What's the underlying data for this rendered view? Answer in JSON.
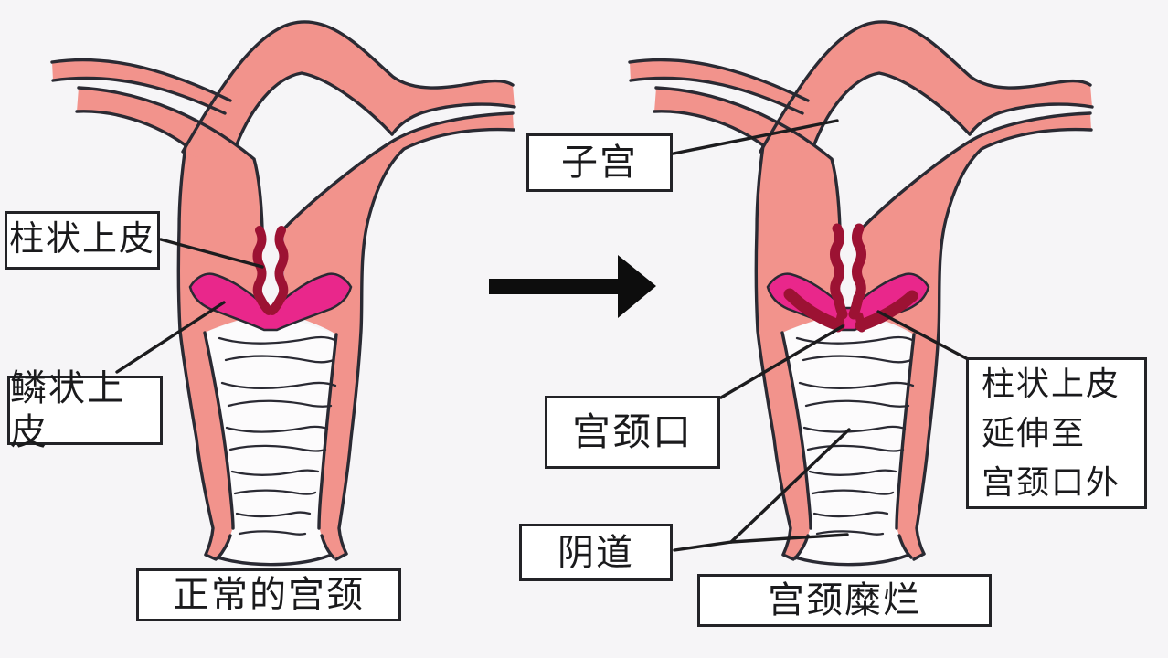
{
  "diagram": {
    "left_figure": {
      "caption": "正常的宫颈",
      "labels": {
        "columnar_epithelium": "柱状上皮",
        "squamous_epithelium": "鳞状上皮"
      }
    },
    "right_figure": {
      "caption": "宫颈糜烂",
      "labels": {
        "uterus": "子宫",
        "cervical_os": "宫颈口",
        "columnar_extends": "柱状上皮\n延伸至\n宫颈口外",
        "vagina": "阴道"
      }
    },
    "icons": {
      "transition_arrow": "right-arrow"
    },
    "colors": {
      "background": "#f6f5f7",
      "tissue_salmon": "#f2938c",
      "columnar_red": "#9c1233",
      "junction_magenta": "#e9278b",
      "outline_ink": "#2a2a33",
      "arrow_black": "#0d0d0d",
      "label_bg": "#ffffff",
      "label_border": "#232327"
    }
  }
}
